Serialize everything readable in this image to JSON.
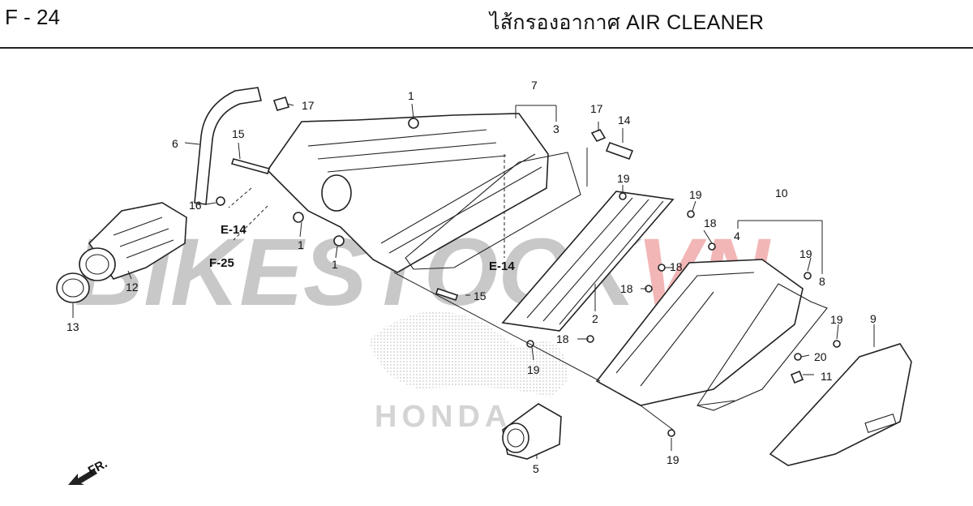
{
  "header": {
    "page_code": "F - 24",
    "title": "ไส้กรองอากาศ  AIR CLEANER"
  },
  "watermark": {
    "text_dark": "BIKESTOCK",
    "text_red": "VN",
    "color_dark": "#c8c8c8",
    "color_red": "#f2b6b6"
  },
  "brand": {
    "text": "HONDA",
    "color": "#d4d4d4"
  },
  "references": {
    "e14_left": "E-14",
    "f25": "F-25",
    "e14_center": "E-14"
  },
  "front_indicator": "FR.",
  "callouts": {
    "c1a": "1",
    "c1b": "1",
    "c1c": "1",
    "c2": "2",
    "c3": "3",
    "c4": "4",
    "c5": "5",
    "c6": "6",
    "c7": "7",
    "c8": "8",
    "c9": "9",
    "c10": "10",
    "c11": "11",
    "c12": "12",
    "c13": "13",
    "c14": "14",
    "c15a": "15",
    "c15b": "15",
    "c16": "16",
    "c17a": "17",
    "c17b": "17",
    "c18a": "18",
    "c18b": "18",
    "c18c": "18",
    "c18d": "18",
    "c19a": "19",
    "c19b": "19",
    "c19c": "19",
    "c19d": "19",
    "c19e": "19",
    "c19f": "19",
    "c20": "20"
  }
}
